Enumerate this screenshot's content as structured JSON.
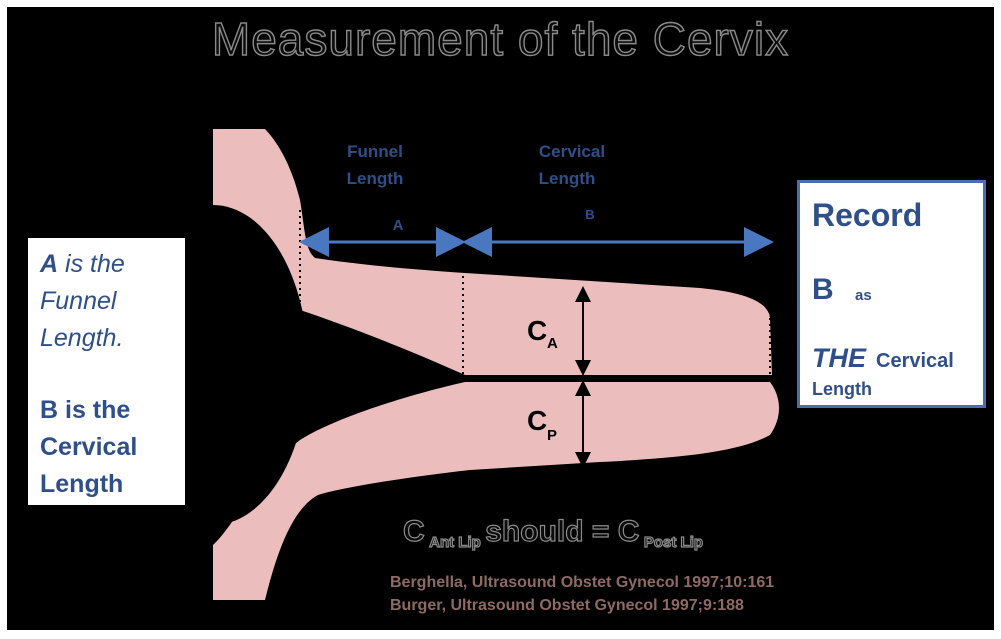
{
  "title": "Measurement of the Cervix",
  "diagram": {
    "funnel_length_label": [
      "Funnel",
      "Length"
    ],
    "cervical_length_label": [
      "Cervical",
      "Length"
    ],
    "segment_a": "A",
    "segment_b": "B",
    "c_anterior": {
      "letter": "C",
      "sub": "A"
    },
    "c_posterior": {
      "letter": "C",
      "sub": "P"
    }
  },
  "left_box": {
    "a_letter": "A",
    "a_rest": " is the",
    "a_line2": "Funnel",
    "a_line3": "Length.",
    "b_line1": "B is the",
    "b_line2": "Cervical",
    "b_line3": "Length"
  },
  "right_box": {
    "record": "Record",
    "b_letter": "B",
    "as": "as",
    "the": "THE",
    "cervical": "Cervical",
    "length": "Length"
  },
  "equation": {
    "c1": "C",
    "sub1": "Ant Lip",
    "middle": "should = C",
    "sub2": "Post Lip"
  },
  "references": [
    "Berghella, Ultrasound Obstet Gynecol 1997;10:161",
    "Burger, Ultrasound Obstet Gynecol 1997;9:188"
  ],
  "colors": {
    "tissue": "#ecbdbd",
    "label_blue": "#2f4f8a",
    "arrow_blue": "#4a78c0",
    "reference_text": "#8e6a63"
  }
}
